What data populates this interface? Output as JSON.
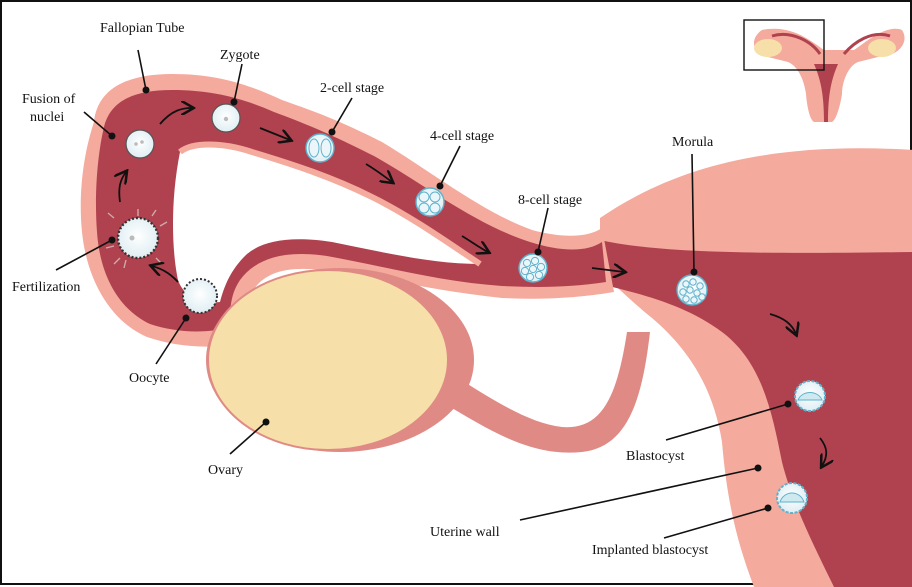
{
  "labels": {
    "fallopian_tube": "Fallopian Tube",
    "zygote": "Zygote",
    "fusion_of_nuclei_line1": "Fusion of",
    "fusion_of_nuclei_line2": "nuclei",
    "two_cell": "2-cell stage",
    "four_cell": "4-cell stage",
    "eight_cell": "8-cell stage",
    "morula": "Morula",
    "fertilization": "Fertilization",
    "oocyte": "Oocyte",
    "ovary": "Ovary",
    "blastocyst": "Blastocyst",
    "uterine_wall": "Uterine wall",
    "implanted_blastocyst": "Implanted blastocyst"
  },
  "colors": {
    "tube_dark": "#b0424f",
    "tube_light": "#f4aa9c",
    "ligament": "#e08a86",
    "ovary_fill": "#f6dfa8",
    "cell_fill": "#eaf6fa",
    "cell_stroke": "#5fb2cc"
  }
}
